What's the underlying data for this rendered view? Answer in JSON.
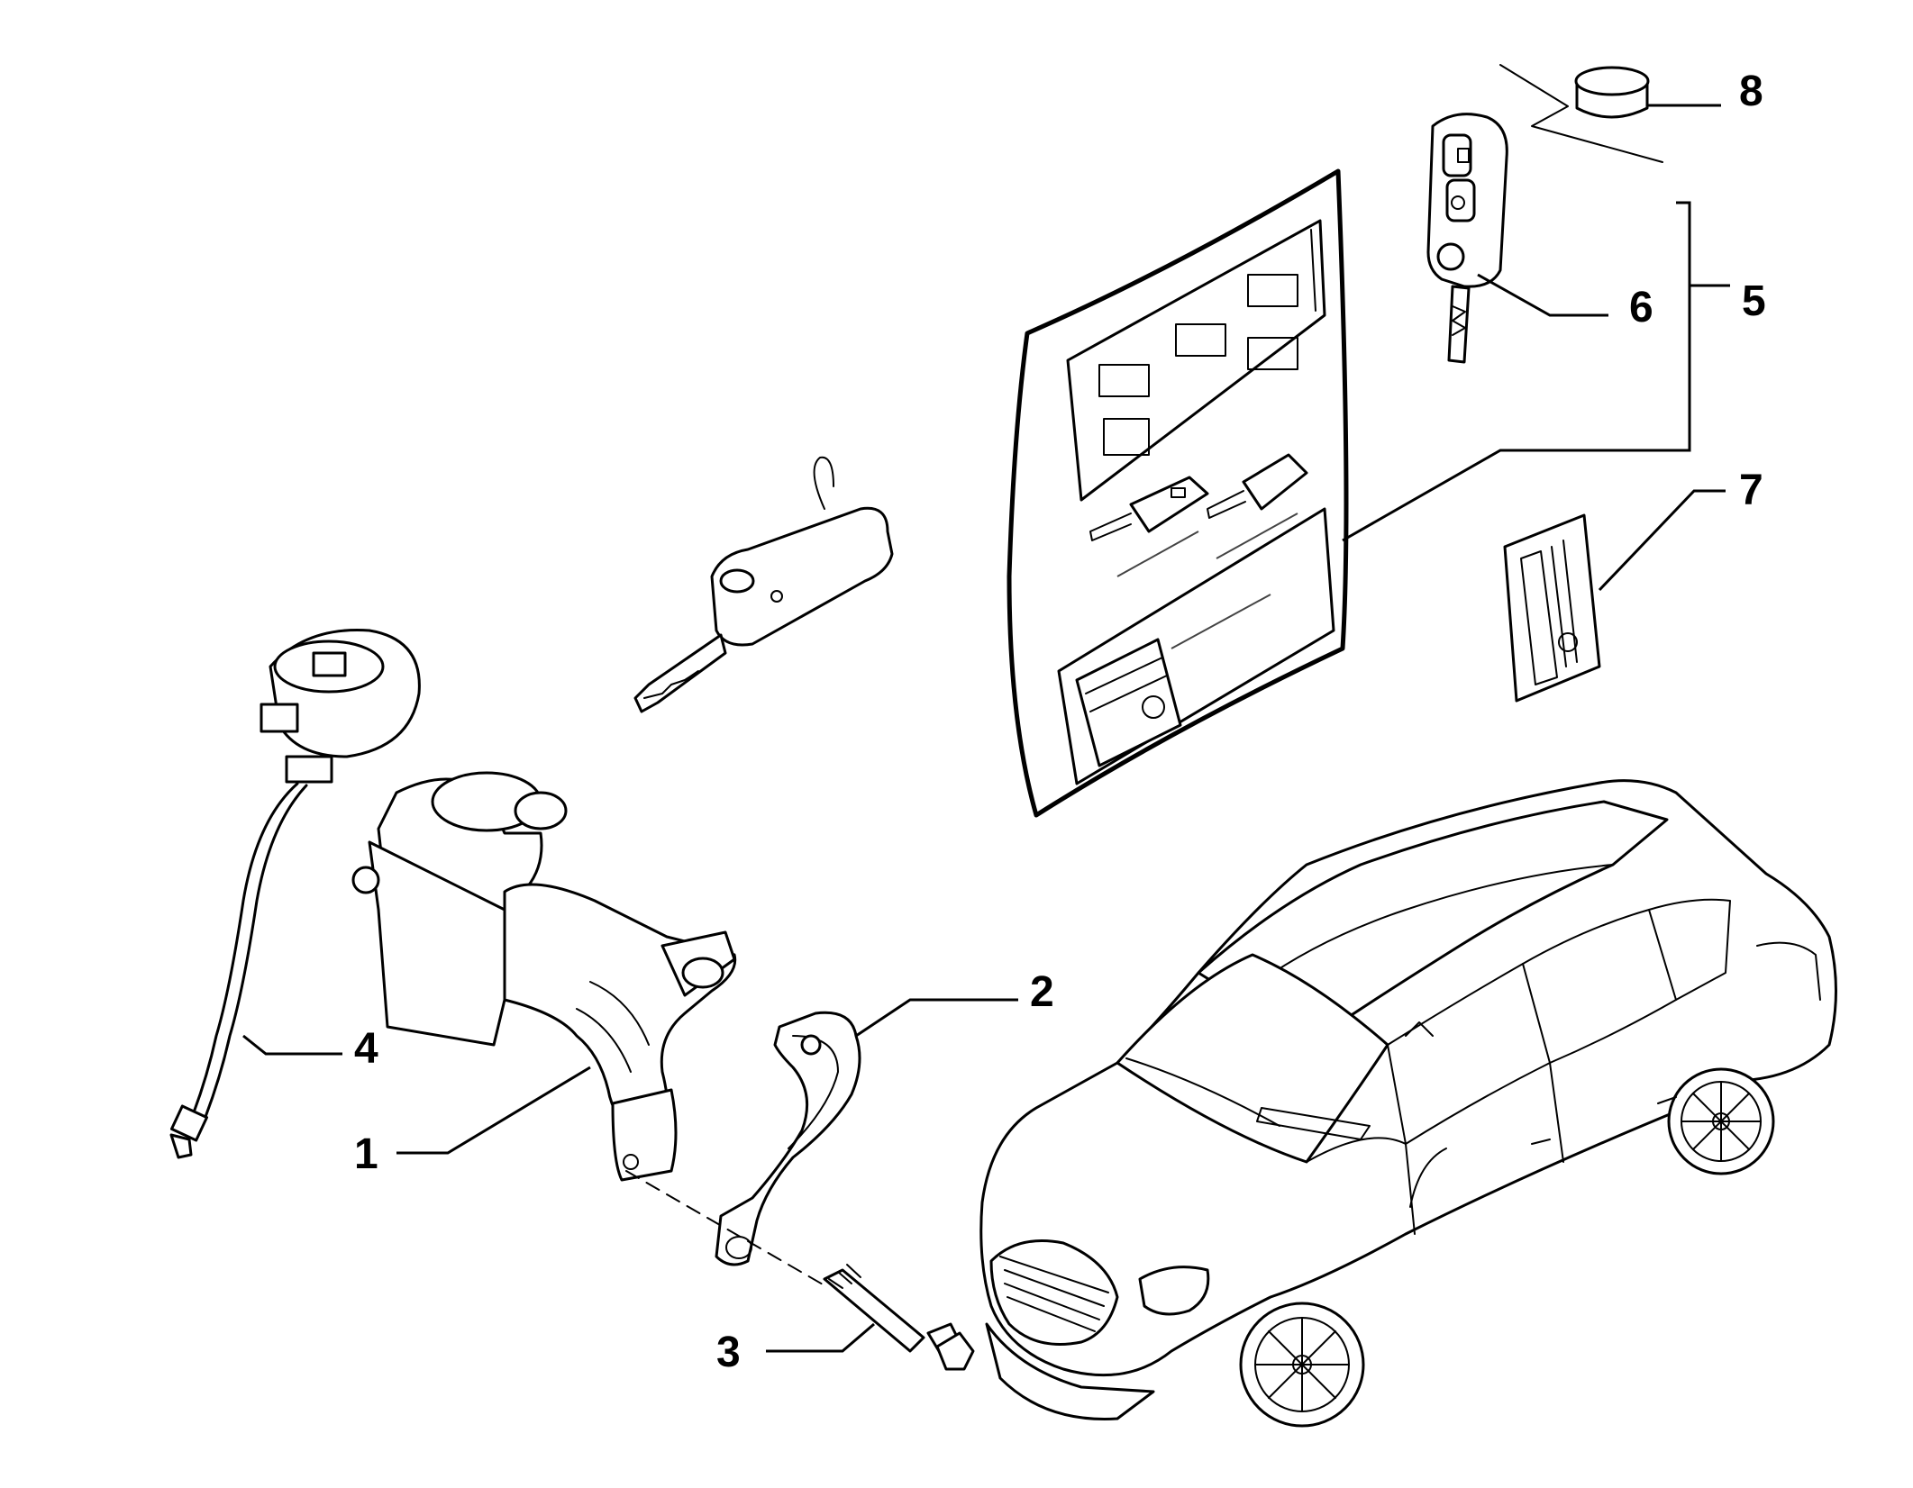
{
  "callouts": {
    "c1": "1",
    "c2": "2",
    "c3": "3",
    "c4": "4",
    "c5": "5",
    "c6": "6",
    "c7": "7",
    "c8": "8"
  },
  "parts": [
    "ignition-lock-housing",
    "lock-cover-bracket",
    "shear-bolt",
    "immobiliser-antenna",
    "key-set",
    "flip-key",
    "code-card",
    "key-battery"
  ],
  "colors": {
    "line": "#000000",
    "background": "#ffffff"
  }
}
